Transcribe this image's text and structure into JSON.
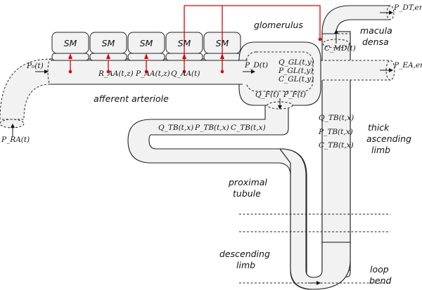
{
  "labels": {
    "glomerulus": "glomerulus",
    "macula1": "macula",
    "macula2": "densa",
    "afferent": "afferent arteriole",
    "thick1": "thick",
    "thick2": "ascending",
    "thick3": "limb",
    "proximal1": "proximal",
    "proximal2": "tubule",
    "descending1": "descending",
    "descending2": "limb",
    "loop1": "loop",
    "loop2": "bend"
  },
  "smooth_muscle": [
    "SM",
    "SM",
    "SM",
    "SM",
    "SM"
  ],
  "math": {
    "p0": "P₀(t)",
    "pra": "P_RA(t)",
    "raa": "R_AA(t,z)",
    "paa": "P_AA(t,z)",
    "qaa": "Q_AA(t)",
    "pd": "P_D(t)",
    "qgl": "Q_GL(t,y)",
    "pgl": "P_GL(t,y)",
    "cgl": "C_GL(t,y)",
    "qf": "Q_F(t)",
    "pf": "P_F(t)",
    "qtb_left": "Q_TB(t,x)",
    "ptb_left": "P_TB(t,x)",
    "ctb_left": "C_TB(t,x)",
    "qtb_right": "Q_TB(t,x)",
    "ptb_right": "P_TB(t,x)",
    "ctb_right": "C_TB(t,x)",
    "cmd": "C_MD(t)",
    "pdt": "P_DT,end",
    "pea": "P_EA,end"
  }
}
